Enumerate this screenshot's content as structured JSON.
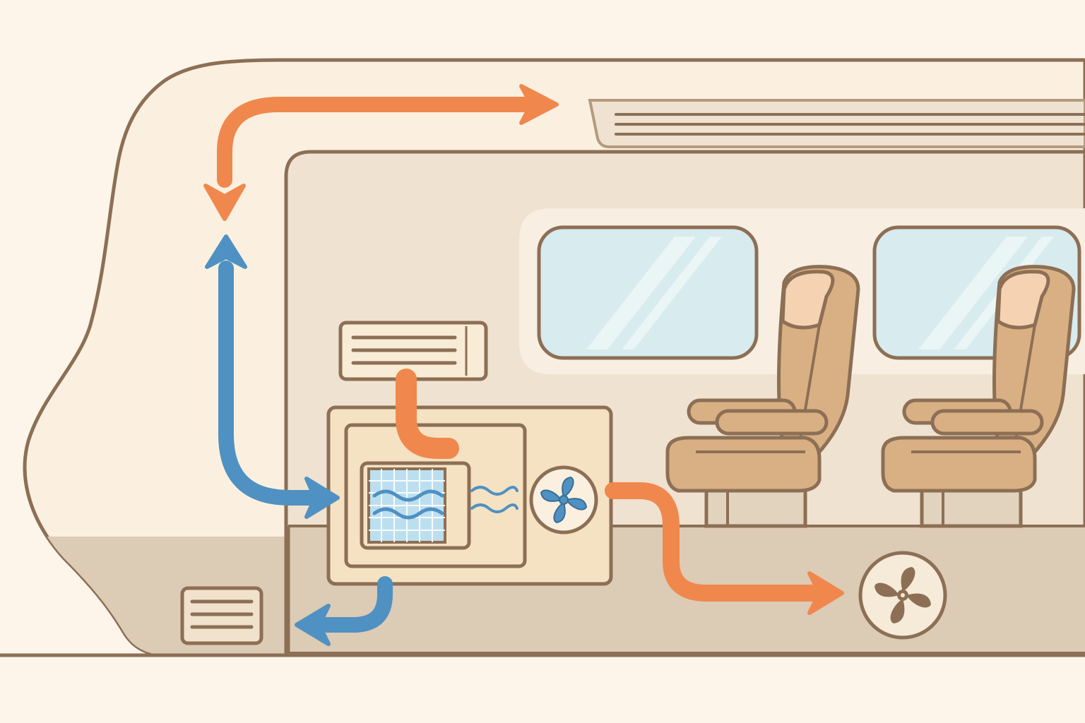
{
  "colors": {
    "background": "#fdf5ea",
    "outline": "#8c6f55",
    "body_fill": "#fbf0e0",
    "interior_wall": "#efe2d0",
    "floor": "#dccbb5",
    "window_glass": "#d8ebee",
    "seat": "#d9b083",
    "seat_headrest": "#f5d2b2",
    "unit_fill": "#f5e2c2",
    "vent_fill": "#f9ecd6",
    "warm_air": "#f0884e",
    "cool_air": "#4f91c2",
    "coil_grid": "#bcdff0"
  },
  "diagram": {
    "components": [
      {
        "id": "train-body",
        "icon": "train-car-outline"
      },
      {
        "id": "ceiling-vent",
        "icon": "vent-slot-icon"
      },
      {
        "id": "wall-vent",
        "icon": "vent-grille-icon"
      },
      {
        "id": "floor-vent",
        "icon": "vent-grille-icon"
      },
      {
        "id": "hvac-unit",
        "icon": "air-handler-icon"
      },
      {
        "id": "cooling-coil",
        "icon": "heat-exchanger-icon"
      },
      {
        "id": "unit-fan",
        "icon": "fan-icon"
      },
      {
        "id": "floor-fan",
        "icon": "fan-icon"
      },
      {
        "id": "passenger-seats",
        "icon": "seat-icon"
      },
      {
        "id": "windows",
        "icon": "window-icon"
      }
    ],
    "flows": [
      {
        "id": "roof-supply",
        "kind": "warm",
        "icon": "arrow-right-icon"
      },
      {
        "id": "roof-down",
        "kind": "warm",
        "icon": "arrow-down-icon"
      },
      {
        "id": "return-up",
        "kind": "cool",
        "icon": "arrow-up-icon"
      },
      {
        "id": "return-into-unit",
        "kind": "cool",
        "icon": "arrow-right-icon"
      },
      {
        "id": "vent-to-unit",
        "kind": "warm",
        "icon": "duct-icon"
      },
      {
        "id": "unit-to-floor",
        "kind": "warm",
        "icon": "arrow-right-icon"
      },
      {
        "id": "unit-drain",
        "kind": "cool",
        "icon": "arrow-left-icon"
      }
    ]
  }
}
